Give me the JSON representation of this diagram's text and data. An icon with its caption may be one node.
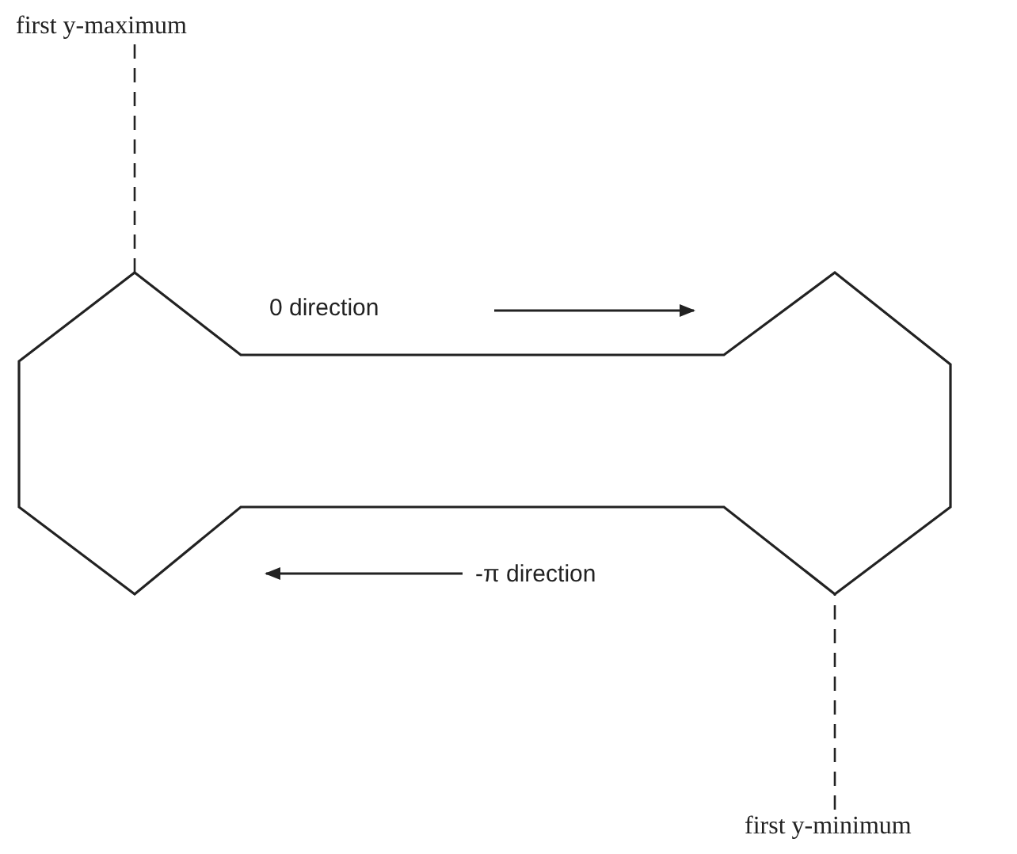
{
  "diagram": {
    "nodes": [
      {
        "text": [
          "first y-maximum"
        ]
      },
      {
        "text": [],
        "shape": "polygon"
      },
      {
        "text": [
          "first y-minimum"
        ]
      }
    ],
    "edges": [
      {
        "from": 0,
        "to": 1,
        "arrow": "none",
        "style": "dashed"
      },
      {
        "from": 2,
        "to": 1,
        "arrow": "none",
        "style": "dashed"
      }
    ],
    "labels": [
      "0 direction",
      "-π direction"
    ]
  }
}
